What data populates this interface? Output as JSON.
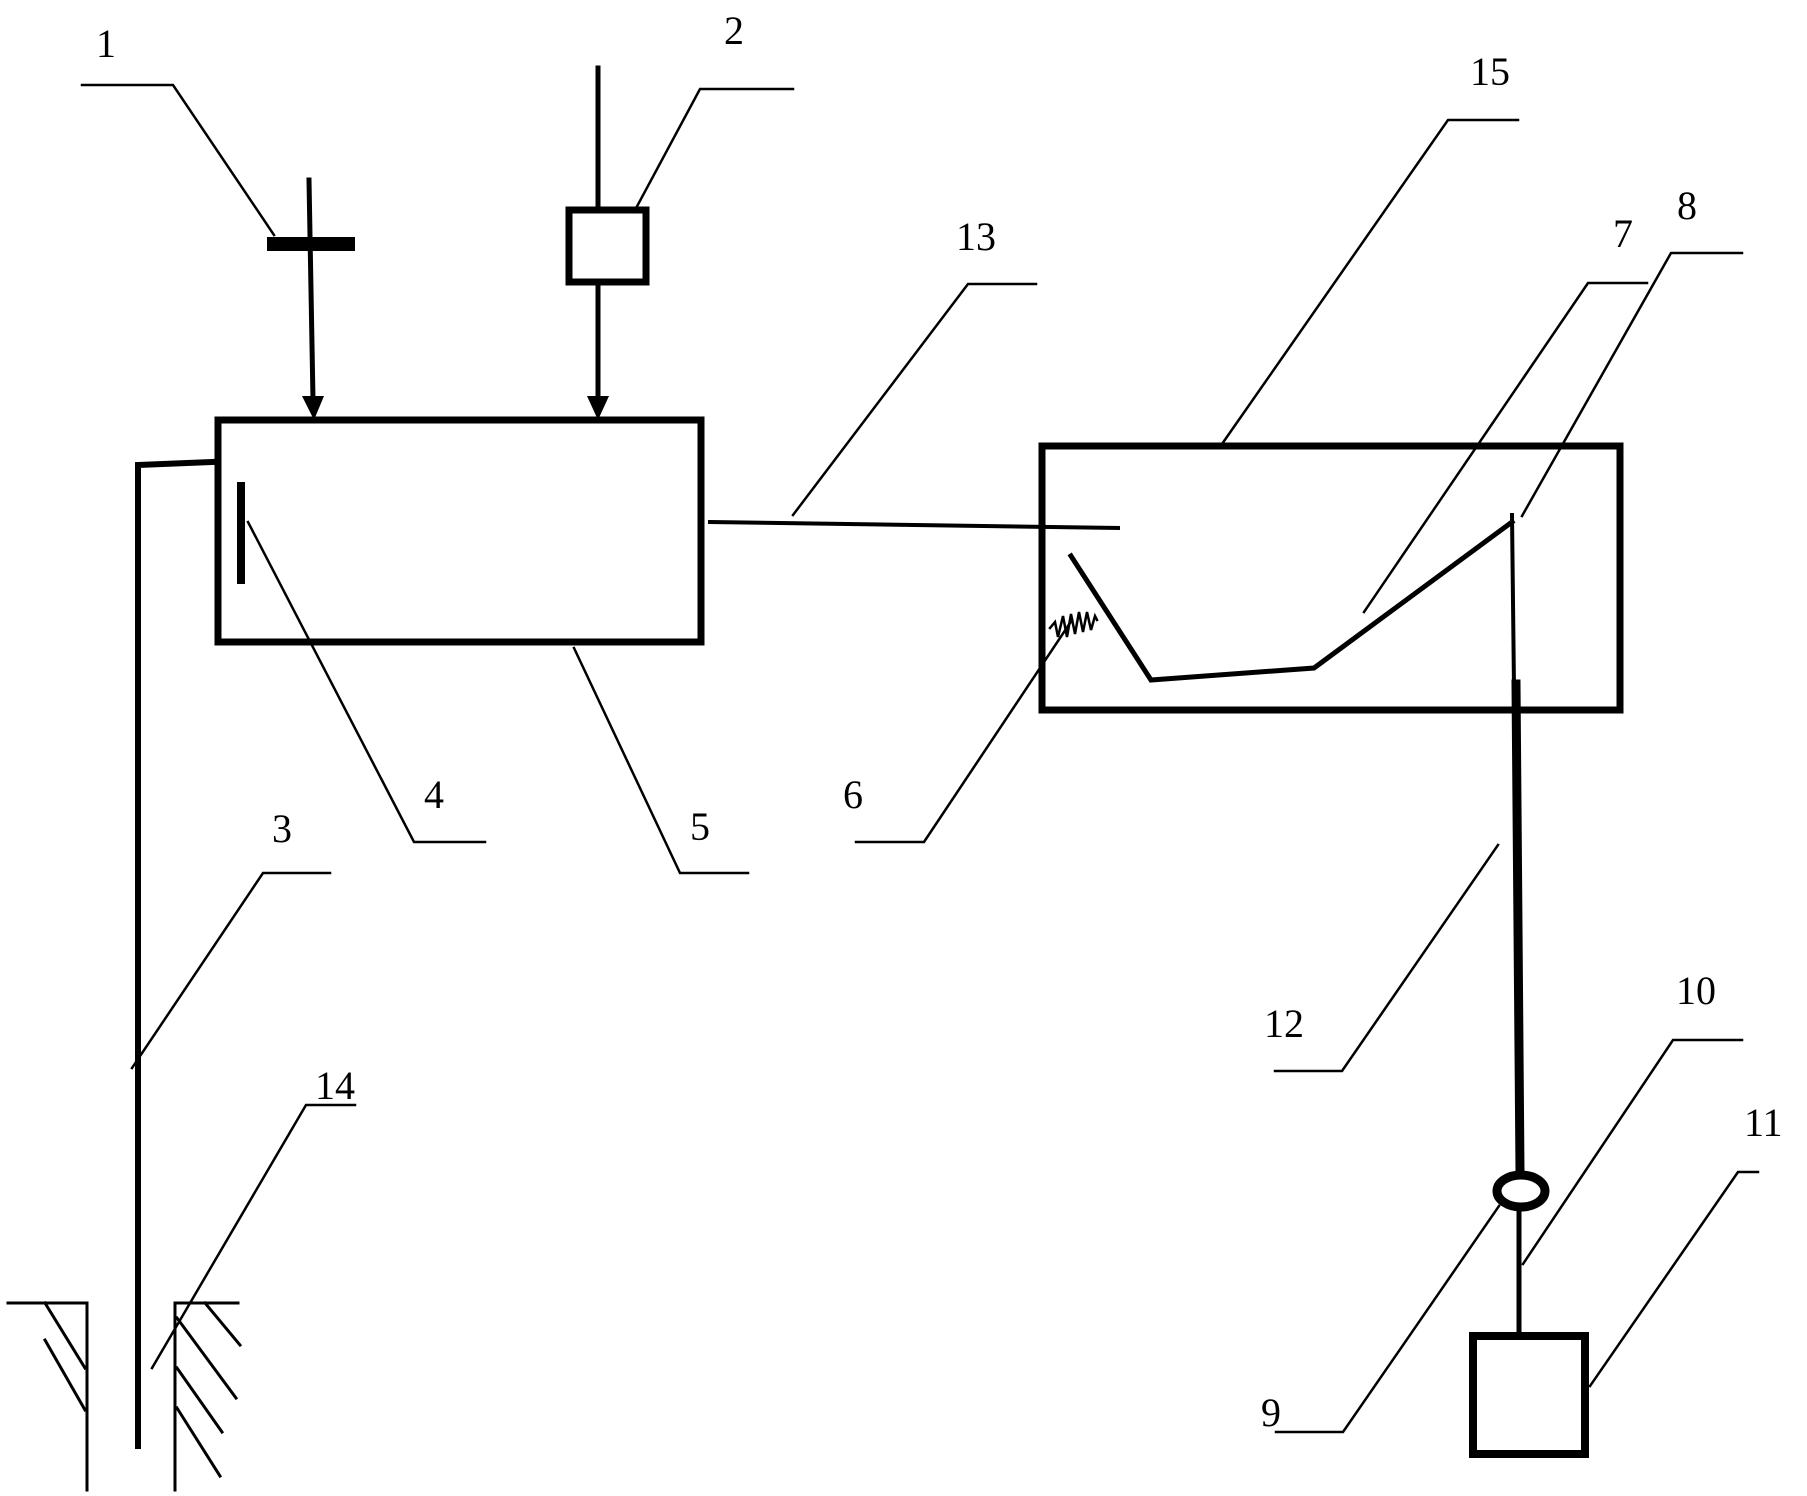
{
  "labels": {
    "l1": "1",
    "l2": "2",
    "l3": "3",
    "l4": "4",
    "l5": "5",
    "l6": "6",
    "l7": "7",
    "l8": "8",
    "l9": "9",
    "l10": "10",
    "l11": "11",
    "l12": "12",
    "l13": "13",
    "l14": "14",
    "l15": "15"
  },
  "colors": {
    "stroke": "#000000",
    "background": "#ffffff"
  }
}
